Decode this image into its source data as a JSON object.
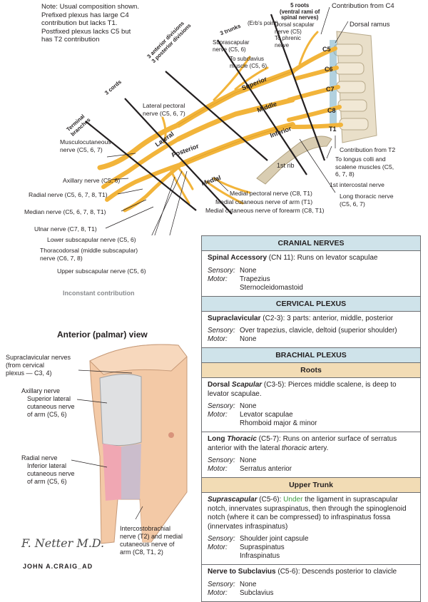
{
  "note": {
    "line1": "Note: Usual composition shown.",
    "line2": "Prefixed plexus has large C4",
    "line3": "contribution but lacks T1.",
    "line4": "Postfixed plexus lacks C5 but",
    "line5": "has T2 contribution"
  },
  "diagram_labels": {
    "roots": "5 roots",
    "roots_sub": "(ventral rami of",
    "roots_sub2": "spinal nerves)",
    "contrib_c4": "Contribution from C4",
    "dorsal_ramus": "Dorsal ramus",
    "trunks": "3 trunks",
    "erbs_point": "(Erb's point)",
    "dorsal_scapular": "Dorsal scapular",
    "dorsal_scapular2": "nerve (C5)",
    "to_phrenic": "To phrenic",
    "to_phrenic2": "nerve",
    "suprascapular": "Suprascapular",
    "suprascapular2": "nerve (C5, 6)",
    "to_subclavius": "To subclavius",
    "to_subclavius2": "muscle (C5, 6)",
    "anterior_divisions": "3 anterior divisions",
    "posterior_divisions": "3 posterior divisions",
    "cords": "3 cords",
    "terminal": "Terminal",
    "branches": "branches",
    "lateral_pectoral": "Lateral pectoral",
    "lateral_pectoral2": "nerve (C5, 6, 7)",
    "superior": "Superior",
    "middle": "Middle",
    "inferior": "Inferior",
    "lateral": "Lateral",
    "posterior": "Posterior",
    "medial": "Medial",
    "c5": "C5",
    "c6": "C6",
    "c7": "C7",
    "c8": "C8",
    "t1": "T1",
    "first_rib": "1st rib",
    "musculocutaneous": "Musculocutaneous",
    "musculocutaneous2": "nerve (C5, 6, 7)",
    "axillary": "Axillary nerve (C5, 6)",
    "radial": "Radial nerve (C5, 6, 7, 8, T1)",
    "median": "Median nerve (C5, 6, 7, 8, T1)",
    "ulnar": "Ulnar nerve (C7, 8, T1)",
    "lower_subscapular": "Lower subscapular nerve (C5, 6)",
    "thoracodorsal": "Thoracodorsal (middle subscapular)",
    "thoracodorsal2": "nerve (C6, 7, 8)",
    "upper_subscapular": "Upper subscapular nerve (C5, 6)",
    "medial_pectoral": "Medial pectoral nerve (C8, T1)",
    "medial_cut_arm": "Medial cutaneous nerve of arm (T1)",
    "medial_cut_forearm": "Medial cutaneous nerve of forearm (C8, T1)",
    "contrib_t2": "Contribution from T2",
    "longus_colli": "To longus colli and",
    "longus_colli2": "scalene muscles (C5,",
    "longus_colli3": "6, 7, 8)",
    "first_intercostal": "1st intercostal nerve",
    "long_thoracic": "Long thoracic nerve",
    "long_thoracic2": "(C5, 6, 7)"
  },
  "inconstant": "Inconstant contribution",
  "view": {
    "title": "Anterior (palmar) view",
    "supraclav1": "Supraclavicular nerves",
    "supraclav2": "(from cervical",
    "supraclav3": "plexus — C3, 4)",
    "axillary1": "Axillary nerve",
    "axillary2": "Superior lateral",
    "axillary3": "cutaneous nerve",
    "axillary4": "of arm (C5, 6)",
    "radial1": "Radial nerve",
    "radial2": "Inferior lateral",
    "radial3": "cutaneous nerve",
    "radial4": "of arm (C5, 6)",
    "interco1": "Intercostobrachial",
    "interco2": "nerve (T2) and medial",
    "interco3": "cutaneous nerve of",
    "interco4": "arm (C8, T1, 2)"
  },
  "signature": {
    "netter": "F. Netter M.D.",
    "craig": "JOHN A.CRAIG_AD"
  },
  "colors": {
    "nerve": "#f2b43a",
    "nerve_dark": "#c98a17",
    "bone": "#e9dfc9",
    "skin": "#f3c9a6",
    "table_blue": "#cfe3ea",
    "table_tan": "#f2dcb5",
    "radial_zone": "#f0a7b3",
    "axillary_zone": "#dfe0e2",
    "intercosto_zone": "#b9b8dd"
  },
  "table": {
    "cranial_header": "CRANIAL NERVES",
    "spinal_title": "Spinal Accessory",
    "spinal_rest": " (CN 11): Runs on levator scapulae",
    "spinal_sensory_k": "Sensory:",
    "spinal_sensory_v": "None",
    "spinal_motor_k": "Motor:",
    "spinal_motor_v1": "Trapezius",
    "spinal_motor_v2": "Sternocleidomastoid",
    "cervical_header": "CERVICAL PLEXUS",
    "supraclav_title": "Supraclavicular",
    "supraclav_rest": " (C2-3): 3 parts: anterior, middle, posterior",
    "supraclav_sensory_k": "Sensory:",
    "supraclav_sensory_v": "Over trapezius, clavicle, deltoid (superior shoulder)",
    "supraclav_motor_k": "Motor:",
    "supraclav_motor_v": "None",
    "brachial_header": "BRACHIAL PLEXUS",
    "roots_header": "Roots",
    "dorsal_a": "Dorsal ",
    "dorsal_b": "Scapular",
    "dorsal_rest": " (C3-5): Pierces middle scalene, is deep to levator scapulae.",
    "dorsal_sensory_k": "Sensory:",
    "dorsal_sensory_v": "None",
    "dorsal_motor_k": "Motor:",
    "dorsal_motor_v1": "Levator scapulae",
    "dorsal_motor_v2": "Rhomboid major & minor",
    "long_a": "Long ",
    "long_b": "Thoracic",
    "long_rest1": " (C5-7): Runs on anterior surface of serratus anterior with the lateral ",
    "long_rest_i": "thoracic",
    "long_rest2": " artery.",
    "long_sensory_k": "Sensory:",
    "long_sensory_v": "None",
    "long_motor_k": "Motor:",
    "long_motor_v": "Serratus anterior",
    "upper_header": "Upper Trunk",
    "supra_title": "Suprascapular",
    "supra_rest1": " (C5-6): ",
    "supra_under": "Under",
    "supra_rest2": " the ligament in suprascapular notch, innervates supraspinatus, then through the spinoglenoid notch (where it can be compressed) to infraspinatus fossa (innervates infraspinatus)",
    "supra_sensory_k": "Sensory:",
    "supra_sensory_v": "Shoulder joint capsule",
    "supra_motor_k": "Motor:",
    "supra_motor_v1": "Supraspinatus",
    "supra_motor_v2": "Infraspinatus",
    "sub_title": "Nerve to Subclavius",
    "sub_rest": " (C5-6): Descends posterior to clavicle",
    "sub_sensory_k": "Sensory:",
    "sub_sensory_v": "None",
    "sub_motor_k": "Motor:",
    "sub_motor_v": "Subclavius"
  }
}
